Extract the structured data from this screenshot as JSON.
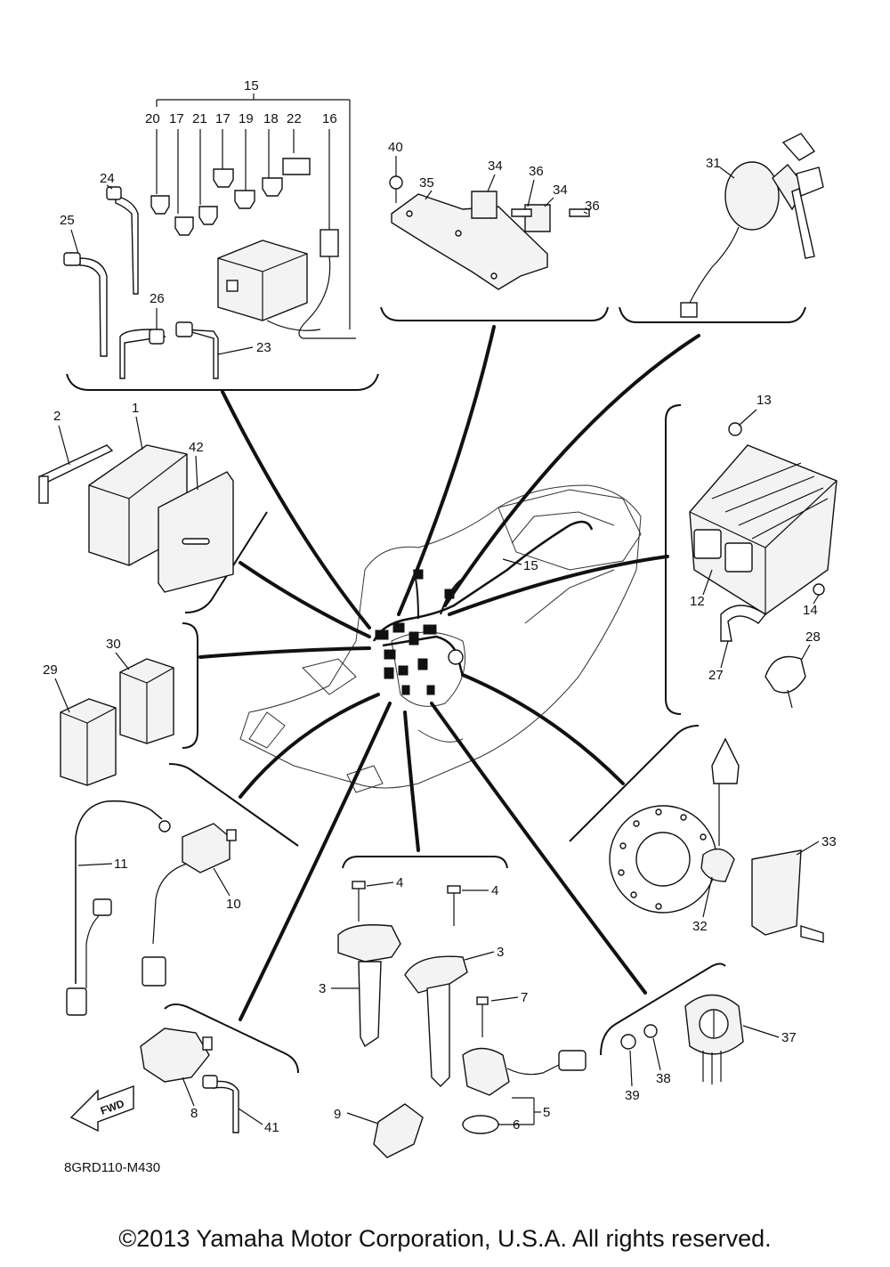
{
  "diagram": {
    "drawing_code": "8GRD110-M430",
    "fwd_label": "FWD",
    "copyright": "©2013 Yamaha Motor Corporation, U.S.A. All rights reserved.",
    "callouts": {
      "c1": "1",
      "c2": "2",
      "c3a": "3",
      "c3b": "3",
      "c4a": "4",
      "c4b": "4",
      "c5": "5",
      "c6": "6",
      "c7": "7",
      "c8": "8",
      "c9": "9",
      "c10": "10",
      "c11": "11",
      "c12": "12",
      "c13": "13",
      "c14": "14",
      "c15top": "15",
      "c15main": "15",
      "c16": "16",
      "c17a": "17",
      "c17b": "17",
      "c18": "18",
      "c19": "19",
      "c20": "20",
      "c21": "21",
      "c22": "22",
      "c23": "23",
      "c24": "24",
      "c25": "25",
      "c26": "26",
      "c27": "27",
      "c28": "28",
      "c29": "29",
      "c30": "30",
      "c31": "31",
      "c32": "32",
      "c33": "33",
      "c34a": "34",
      "c34b": "34",
      "c35": "35",
      "c36a": "36",
      "c36b": "36",
      "c37": "37",
      "c38": "38",
      "c39": "39",
      "c40": "40",
      "c41": "41",
      "c42": "42"
    }
  }
}
